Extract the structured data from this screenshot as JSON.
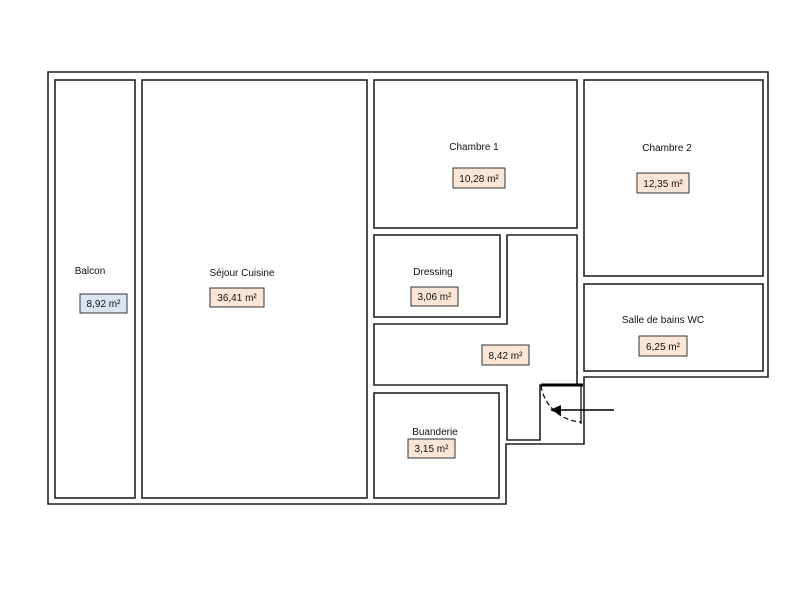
{
  "colors": {
    "area_box_fill": "#fbe5d6",
    "area_box_fill_balcony": "#dae5f1",
    "wall": "#222222"
  },
  "rooms": {
    "balcon": {
      "label": "Balcon",
      "area": "8,92 m²"
    },
    "sejour": {
      "label": "Séjour Cuisine",
      "area": "36,41 m²"
    },
    "chambre1": {
      "label": "Chambre 1",
      "area": "10,28 m²"
    },
    "chambre2": {
      "label": "Chambre 2",
      "area": "12,35 m²"
    },
    "dressing": {
      "label": "Dressing",
      "area": "3,06 m²"
    },
    "couloir": {
      "label": "",
      "area": "8,42 m²"
    },
    "sdb": {
      "label": "Salle de bains WC",
      "area": "6,25 m²"
    },
    "buanderie": {
      "label": "Buanderie",
      "area": "3,15 m²"
    }
  },
  "entrance": {
    "icon": "arrow-left-icon"
  }
}
